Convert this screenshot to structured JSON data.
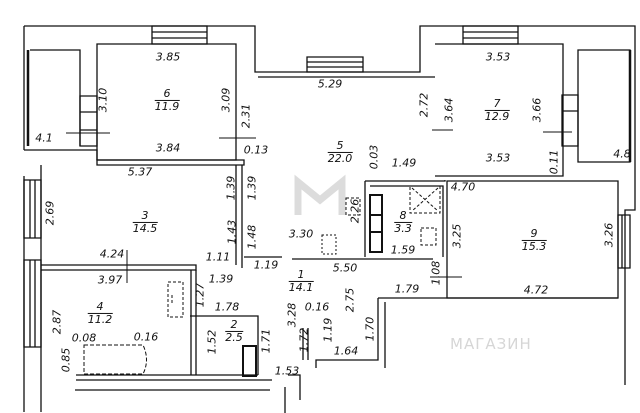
{
  "rooms": [
    {
      "number": "1",
      "area": "14.1"
    },
    {
      "number": "2",
      "area": "2.5"
    },
    {
      "number": "3",
      "area": "14.5"
    },
    {
      "number": "4",
      "area": "11.2"
    },
    {
      "number": "5",
      "area": "22.0"
    },
    {
      "number": "6",
      "area": "11.9"
    },
    {
      "number": "7",
      "area": "12.9"
    },
    {
      "number": "8",
      "area": "3.3"
    },
    {
      "number": "9",
      "area": "15.3"
    }
  ],
  "dims": [
    "3.85",
    "3.10",
    "3.09",
    "2.31",
    "4.1",
    "3.84",
    "0.13",
    "5.29",
    "5.37",
    "1.39",
    "1.39",
    "0.03",
    "1.49",
    "3.53",
    "2.72",
    "3.64",
    "3.66",
    "3.53",
    "0.11",
    "4.8",
    "4.70",
    "2.69",
    "1.43",
    "1.48",
    "3.30",
    "2.26",
    "1.59",
    "3.25",
    "3.26",
    "4.24",
    "1.11",
    "1.19",
    "5.50",
    "1.08",
    "3.97",
    "1.39",
    "1.79",
    "4.72",
    "1.27",
    "1.78",
    "2.87",
    "3.28",
    "0.16",
    "2.75",
    "0.08",
    "0.16",
    "1.52",
    "1.71",
    "1.72",
    "1.19",
    "1.70",
    "0.85",
    "1.64",
    "1.53"
  ],
  "watermark": "МАГАЗИН"
}
